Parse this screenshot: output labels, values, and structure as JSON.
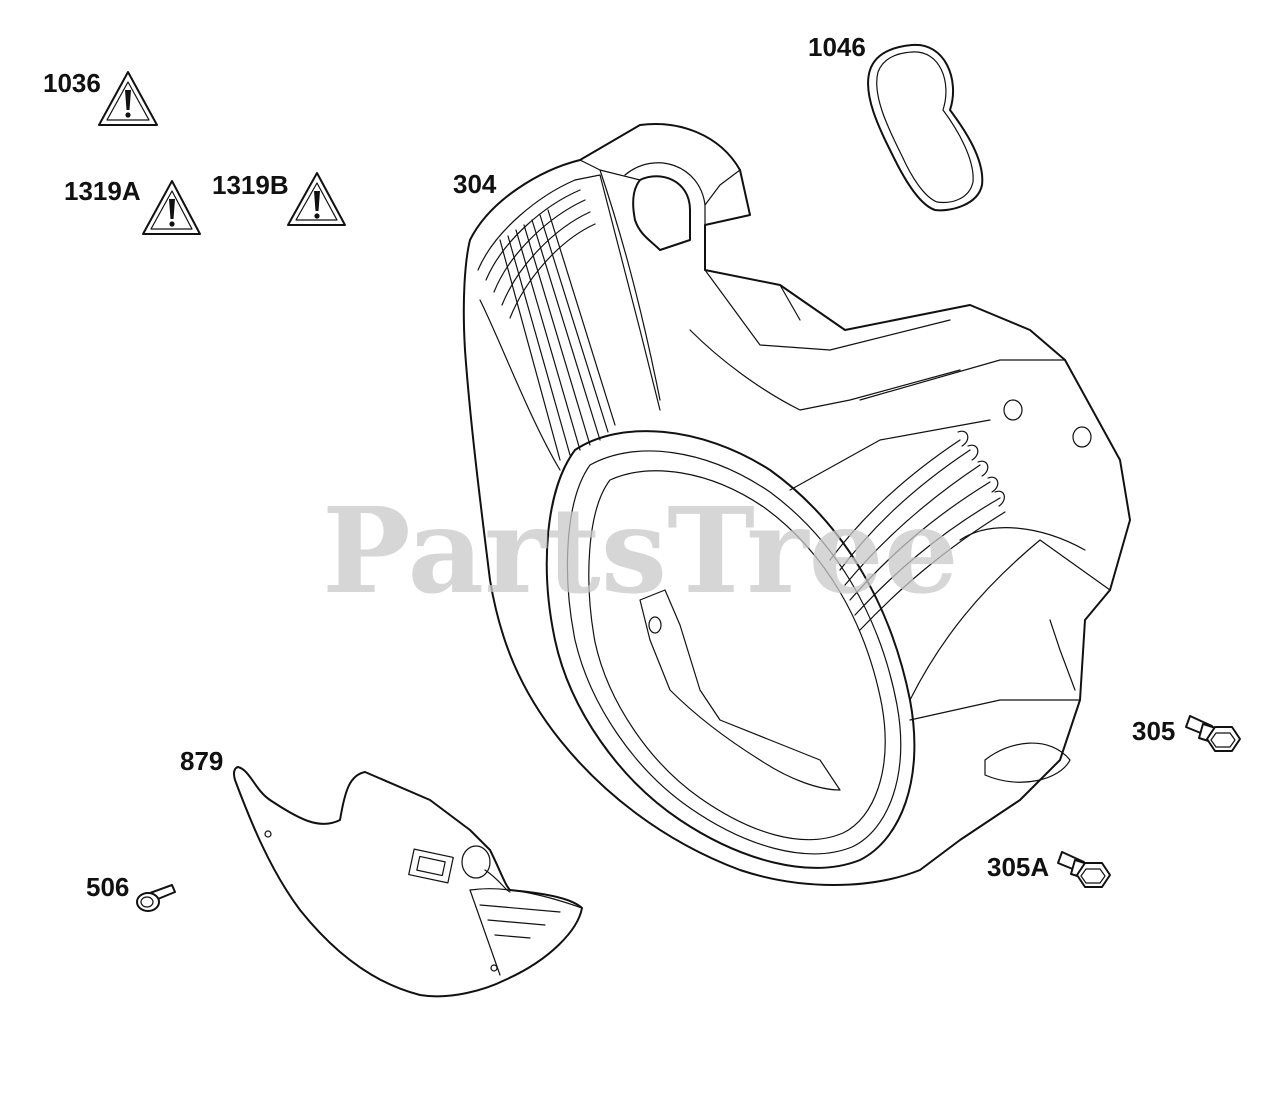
{
  "watermark": "PartsTree",
  "labels": {
    "l1036": "1036",
    "l1319a": "1319A",
    "l1319b": "1319B",
    "l1046": "1046",
    "l304": "304",
    "l305": "305",
    "l305a": "305A",
    "l879": "879",
    "l506": "506"
  }
}
